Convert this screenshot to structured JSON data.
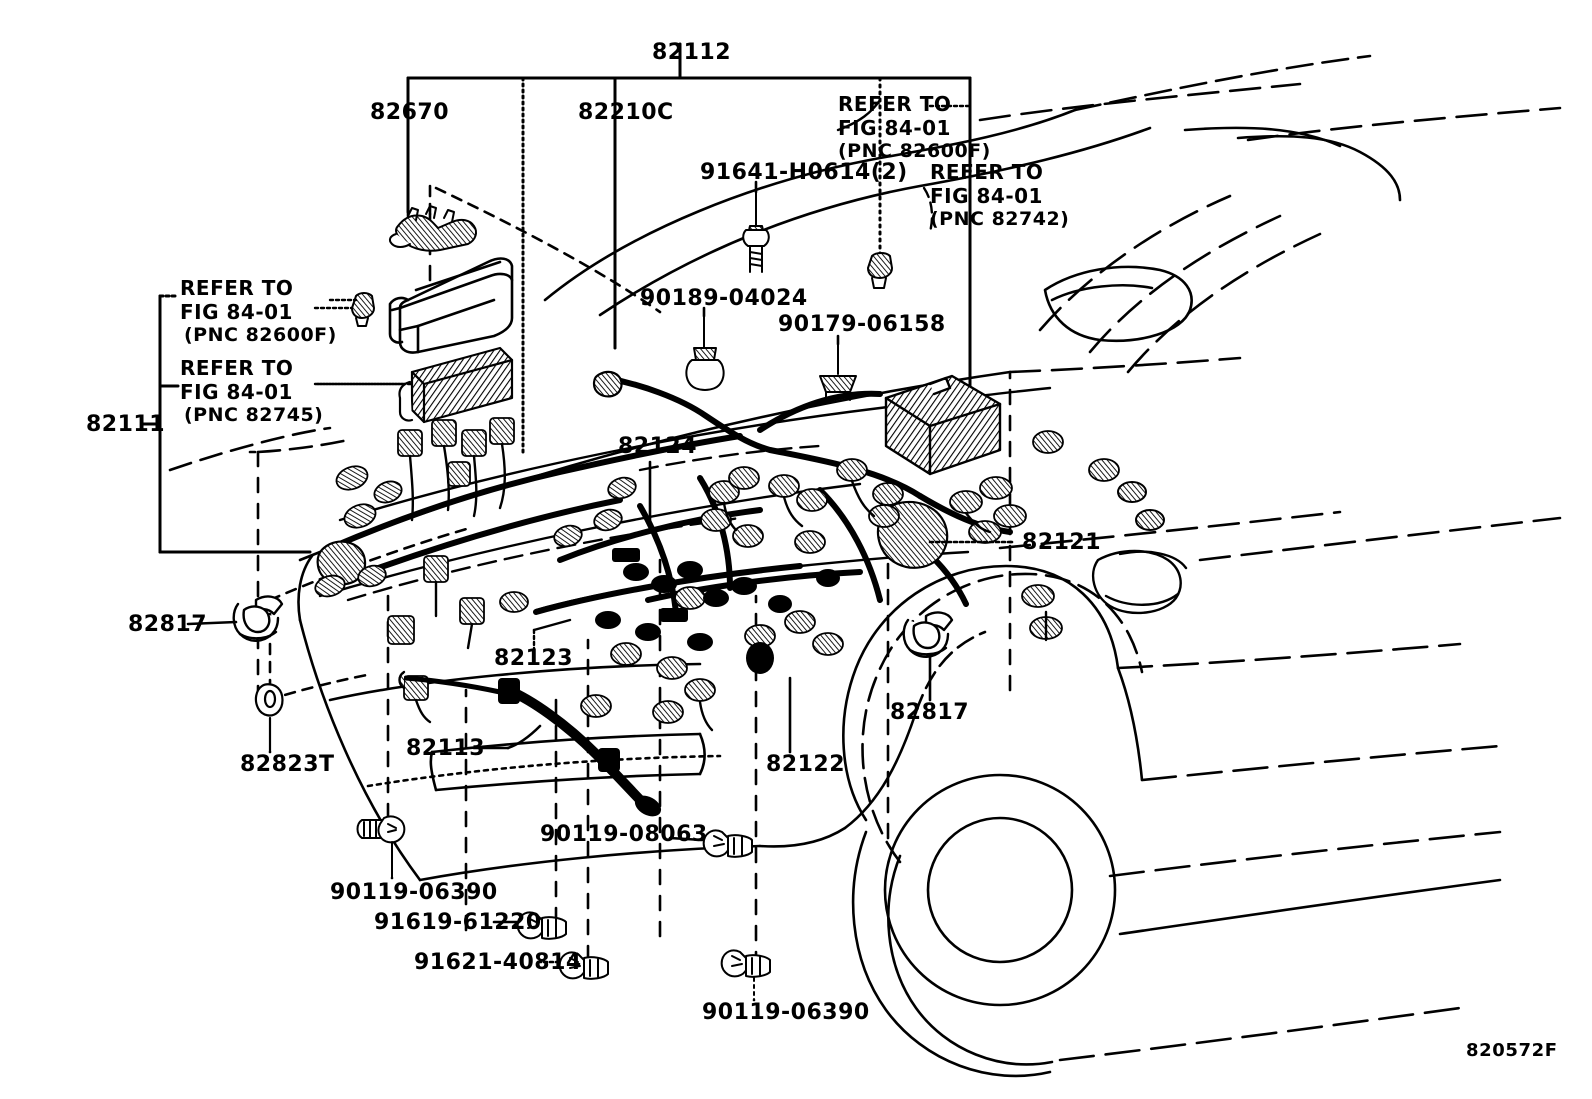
{
  "diagram": {
    "title_code": "820572F",
    "figure_reference_text": "REFER TO",
    "figure_number": "FIG 84-01",
    "labels": {
      "l82112": "82112",
      "l82670": "82670",
      "l82210c": "82210C",
      "l91641": "91641-H0614(2)",
      "l90189": "90189-04024",
      "l90179": "90179-06158",
      "l82111": "82111",
      "l82124": "82124",
      "l82121": "82121",
      "l82817_left": "82817",
      "l82817_right": "82817",
      "l82823t": "82823T",
      "l82123": "82123",
      "l82113": "82113",
      "l82122": "82122",
      "l90119_08063": "90119-08063",
      "l90119_06390_left": "90119-06390",
      "l91619": "91619-61220",
      "l91621": "91621-40814",
      "l90119_06390_bottom": "90119-06390"
    },
    "refer_blocks": {
      "top_a": {
        "line1": "REFER TO",
        "line2": "FIG 84-01",
        "line3": "(PNC 82600F)"
      },
      "top_b": {
        "line1": "REFER TO",
        "line2": "FIG 84-01",
        "line3": "(PNC 82742)"
      },
      "left_a": {
        "line1": "REFER TO",
        "line2": "FIG 84-01",
        "line3": "(PNC 82600F)"
      },
      "left_b": {
        "line1": "REFER TO",
        "line2": "FIG 84-01",
        "line3": "(PNC 82745)"
      }
    },
    "colors": {
      "ink": "#000000",
      "paper": "#ffffff"
    }
  }
}
